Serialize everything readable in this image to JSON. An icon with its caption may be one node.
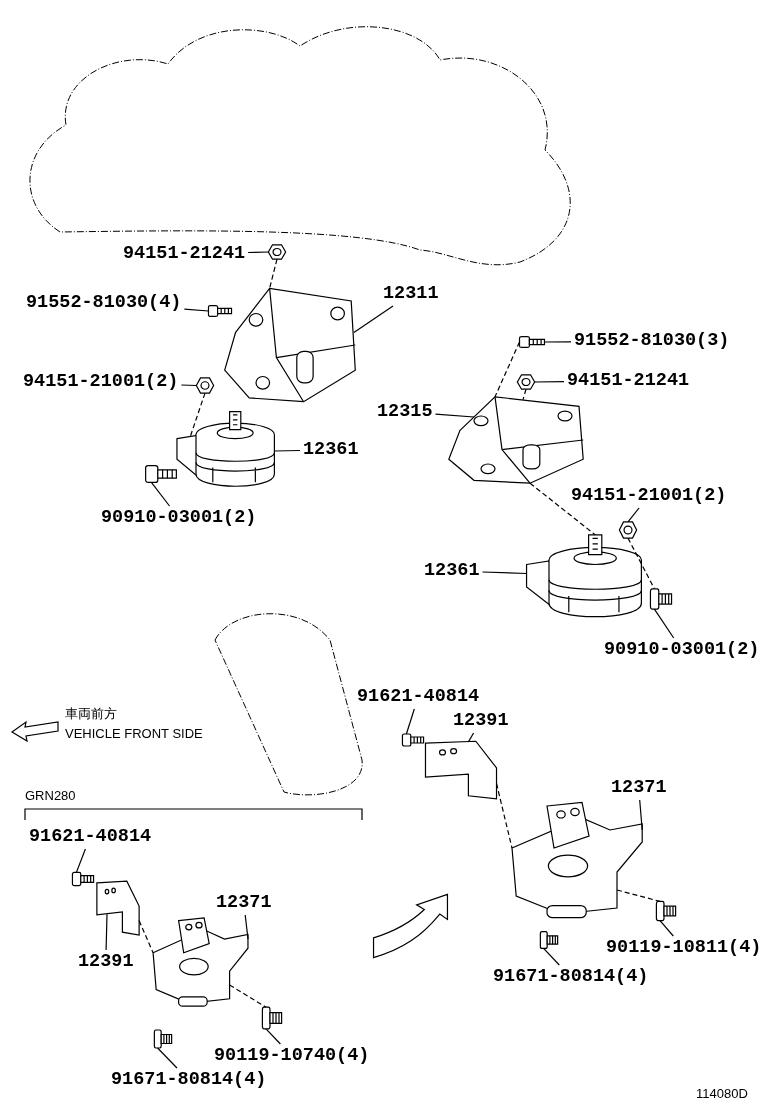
{
  "diagram": {
    "nodes": [
      {
        "text": [
          "94151-21241"
        ]
      },
      {
        "text": [],
        "shape": "picture"
      },
      {
        "text": [
          "12311"
        ]
      },
      {
        "text": [],
        "shape": "picture"
      },
      {
        "text": [
          "91552-81030(4)"
        ]
      },
      {
        "text": [],
        "shape": "picture"
      },
      {
        "text": [
          "94151-21001(2)"
        ]
      },
      {
        "text": [],
        "shape": "picture"
      },
      {
        "text": [
          "12361"
        ]
      },
      {
        "text": [],
        "shape": "picture"
      },
      {
        "text": [
          "90910-03001(2)"
        ]
      },
      {
        "text": [],
        "shape": "picture"
      },
      {
        "text": [
          "91552-81030(3)"
        ]
      },
      {
        "text": [],
        "shape": "picture"
      },
      {
        "text": [
          "94151-21241"
        ]
      },
      {
        "text": [],
        "shape": "picture"
      },
      {
        "text": [
          "12315"
        ]
      },
      {
        "text": [],
        "shape": "picture"
      },
      {
        "text": [
          "94151-21001(2)"
        ]
      },
      {
        "text": [],
        "shape": "picture"
      },
      {
        "text": [
          "12361"
        ]
      },
      {
        "text": [],
        "shape": "picture"
      },
      {
        "text": [
          "90910-03001(2)"
        ]
      },
      {
        "text": [],
        "shape": "picture"
      },
      {
        "text": [
          "91621-40814"
        ]
      },
      {
        "text": [],
        "shape": "picture"
      },
      {
        "text": [
          "12391"
        ]
      },
      {
        "text": [],
        "shape": "picture"
      },
      {
        "text": [
          "12371"
        ]
      },
      {
        "text": [],
        "shape": "picture"
      },
      {
        "text": [
          "90119-10811(4)"
        ]
      },
      {
        "text": [],
        "shape": "picture"
      },
      {
        "text": [
          "91671-80814(4)"
        ]
      },
      {
        "text": [],
        "shape": "picture"
      },
      {
        "text": [
          "91621-40814"
        ]
      },
      {
        "text": [],
        "shape": "picture"
      },
      {
        "text": [
          "12371"
        ]
      },
      {
        "text": [],
        "shape": "picture"
      },
      {
        "text": [
          "12391"
        ]
      },
      {
        "text": [],
        "shape": "picture"
      },
      {
        "text": [
          "90119-10740(4)"
        ]
      },
      {
        "text": [],
        "shape": "picture"
      },
      {
        "text": [
          "91671-80814(4)"
        ]
      },
      {
        "text": [],
        "shape": "picture"
      },
      {
        "text": [],
        "shape": "arrow"
      }
    ],
    "edges": [
      {
        "from": 0,
        "to": 1,
        "arrow": "none"
      },
      {
        "from": 2,
        "to": 3,
        "arrow": "none"
      },
      {
        "from": 4,
        "to": 5,
        "arrow": "none"
      },
      {
        "from": 6,
        "to": 7,
        "arrow": "none"
      },
      {
        "from": 8,
        "to": 9,
        "arrow": "none"
      },
      {
        "from": 10,
        "to": 11,
        "arrow": "none"
      },
      {
        "from": 12,
        "to": 13,
        "arrow": "none"
      },
      {
        "from": 14,
        "to": 15,
        "arrow": "none"
      },
      {
        "from": 16,
        "to": 17,
        "arrow": "none"
      },
      {
        "from": 18,
        "to": 19,
        "arrow": "none"
      },
      {
        "from": 20,
        "to": 21,
        "arrow": "none"
      },
      {
        "from": 22,
        "to": 23,
        "arrow": "none"
      },
      {
        "from": 24,
        "to": 25,
        "arrow": "none"
      },
      {
        "from": 26,
        "to": 27,
        "arrow": "none"
      },
      {
        "from": 28,
        "to": 29,
        "arrow": "none"
      },
      {
        "from": 30,
        "to": 31,
        "arrow": "none"
      },
      {
        "from": 32,
        "to": 33,
        "arrow": "none"
      },
      {
        "from": 34,
        "to": 35,
        "arrow": "none"
      },
      {
        "from": 36,
        "to": 37,
        "arrow": "none"
      },
      {
        "from": 38,
        "to": 39,
        "arrow": "none"
      },
      {
        "from": 40,
        "to": 41,
        "arrow": "none"
      },
      {
        "from": 42,
        "to": 43,
        "arrow": "none"
      },
      {
        "from": 1,
        "to": 3,
        "arrow": "none",
        "style": "dashed"
      },
      {
        "from": 7,
        "to": 9,
        "arrow": "none",
        "style": "dashed"
      },
      {
        "from": 13,
        "to": 17,
        "arrow": "none",
        "style": "dashed"
      },
      {
        "from": 15,
        "to": 17,
        "arrow": "none",
        "style": "dashed"
      },
      {
        "from": 17,
        "to": 21,
        "arrow": "none",
        "style": "dashed"
      },
      {
        "from": 19,
        "to": 23,
        "arrow": "none",
        "style": "dashed"
      },
      {
        "from": 27,
        "to": 29,
        "arrow": "none",
        "style": "dashed"
      },
      {
        "from": 29,
        "to": 31,
        "arrow": "none",
        "style": "dashed"
      },
      {
        "from": 39,
        "to": 37,
        "arrow": "none",
        "style": "dashed"
      },
      {
        "from": 37,
        "to": 41,
        "arrow": "none",
        "style": "dashed"
      }
    ],
    "labels": [
      "車両前方",
      "VEHICLE FRONT SIDE",
      "GRN280",
      "114080D"
    ]
  }
}
